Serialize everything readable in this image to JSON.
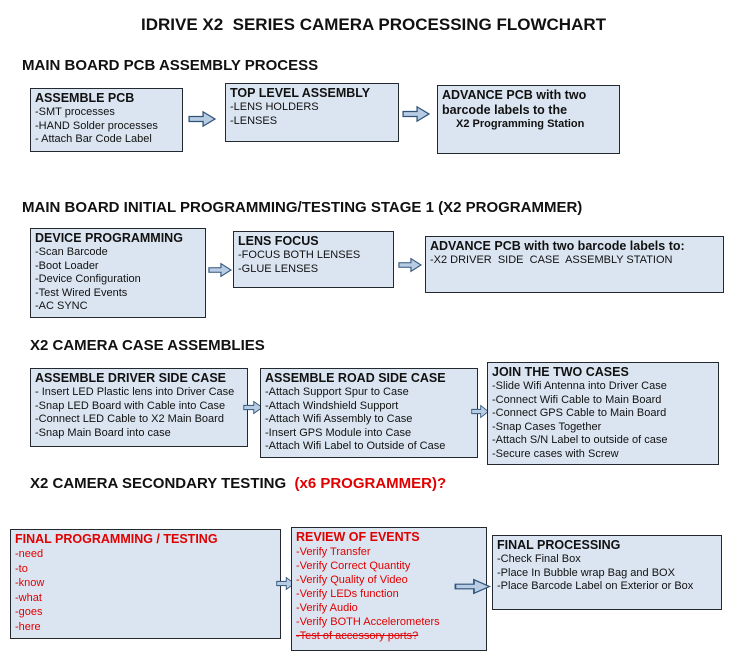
{
  "page_title": "IDRIVE X2  SERIES CAMERA PROCESSING FLOWCHART",
  "colors": {
    "box_fill": "#dbe5f1",
    "box_border": "#23292e",
    "arrow_fill": "#b8cce4",
    "arrow_border": "#30537a",
    "red": "#e00000"
  },
  "sections": [
    {
      "id": "pcb-assembly",
      "heading": [
        {
          "text": "MAIN BOARD PCB ASSEMBLY PROCESS"
        }
      ],
      "boxes": [
        {
          "title": {
            "text": "ASSEMBLE PCB"
          },
          "lines": [
            {
              "text": "-SMT processes"
            },
            {
              "text": "-HAND Solder processes"
            },
            {
              "text": "- Attach Bar Code Label"
            }
          ]
        },
        {
          "title": {
            "text": "TOP LEVEL ASSEMBLY"
          },
          "lines": [
            {
              "text": "-LENS HOLDERS"
            },
            {
              "text": "-LENSES"
            }
          ]
        },
        {
          "title": {
            "text": "ADVANCE PCB with two barcode labels to the"
          },
          "lines": [
            {
              "text": "X2 Programming Station",
              "bold": true,
              "indent": true
            }
          ]
        }
      ]
    },
    {
      "id": "initial-programming",
      "heading": [
        {
          "text": "MAIN BOARD INITIAL PROGRAMMING/TESTING STAGE 1 (X2 PROGRAMMER)"
        }
      ],
      "boxes": [
        {
          "title": {
            "text": "DEVICE PROGRAMMING"
          },
          "lines": [
            {
              "text": "-Scan Barcode"
            },
            {
              "text": "-Boot Loader"
            },
            {
              "text": "-Device Configuration"
            },
            {
              "text": "-Test Wired Events"
            },
            {
              "text": "-AC SYNC"
            }
          ]
        },
        {
          "title": {
            "text": "LENS FOCUS"
          },
          "lines": [
            {
              "text": "-FOCUS BOTH LENSES"
            },
            {
              "text": "-GLUE LENSES"
            }
          ]
        },
        {
          "title": {
            "text": "ADVANCE PCB with two barcode labels to:"
          },
          "lines": [
            {
              "text": "-X2 DRIVER  SIDE  CASE  ASSEMBLY STATION"
            }
          ]
        }
      ]
    },
    {
      "id": "case-assemblies",
      "heading": [
        {
          "text": "X2 CAMERA CASE ASSEMBLIES"
        }
      ],
      "boxes": [
        {
          "title": {
            "text": "ASSEMBLE DRIVER SIDE CASE"
          },
          "lines": [
            {
              "text": "- Insert LED Plastic lens into Driver Case"
            },
            {
              "text": "-Snap LED Board with Cable into Case"
            },
            {
              "text": "-Connect LED Cable to X2 Main Board"
            },
            {
              "text": "-Snap Main Board into case"
            }
          ]
        },
        {
          "title": {
            "text": "ASSEMBLE ROAD SIDE CASE"
          },
          "lines": [
            {
              "text": "-Attach Support Spur to Case"
            },
            {
              "text": "-Attach Windshield Support"
            },
            {
              "text": "-Attach Wifi Assembly to Case"
            },
            {
              "text": "-Insert GPS Module into Case"
            },
            {
              "text": "-Attach Wifi Label to Outside of Case"
            }
          ]
        },
        {
          "title": {
            "text": "JOIN THE TWO CASES"
          },
          "lines": [
            {
              "text": "-Slide Wifi Antenna into Driver Case"
            },
            {
              "text": "-Connect Wifi Cable to Main Board"
            },
            {
              "text": "-Connect GPS Cable to Main Board"
            },
            {
              "text": "-Snap Cases Together"
            },
            {
              "text": "-Attach S/N Label to outside of case"
            },
            {
              "text": "-Secure cases with Screw"
            }
          ]
        }
      ]
    },
    {
      "id": "secondary-testing",
      "heading": [
        {
          "text": "X2 CAMERA SECONDARY TESTING  "
        },
        {
          "text": "(x6 PROGRAMMER)?",
          "color": "red"
        }
      ],
      "boxes": [
        {
          "title": {
            "text": "FINAL PROGRAMMING / TESTING",
            "color": "red"
          },
          "lines": [
            {
              "text": "-need",
              "color": "red"
            },
            {
              "text": "-to",
              "color": "red"
            },
            {
              "text": "-know",
              "color": "red"
            },
            {
              "text": "-what",
              "color": "red"
            },
            {
              "text": "-goes",
              "color": "red"
            },
            {
              "text": "-here",
              "color": "red"
            }
          ]
        },
        {
          "title": {
            "text": "REVIEW OF EVENTS",
            "color": "red"
          },
          "lines": [
            {
              "text": "-Verify Transfer",
              "color": "red"
            },
            {
              "text": "-Verify Correct Quantity",
              "color": "red"
            },
            {
              "text": "-Verify Quality of Video",
              "color": "red"
            },
            {
              "text": "-Verify LEDs function",
              "color": "red"
            },
            {
              "text": "-Verify Audio",
              "color": "red"
            },
            {
              "text": "-Verify BOTH Accelerometers",
              "color": "red"
            },
            {
              "text": "-Test of accessory ports?",
              "color": "red",
              "strike": true
            }
          ]
        },
        {
          "title": {
            "text": "FINAL PROCESSING"
          },
          "lines": [
            {
              "text": "-Check Final Box"
            },
            {
              "text": "-Place In Bubble wrap Bag and BOX"
            },
            {
              "text": "-Place Barcode Label on Exterior or Box"
            }
          ]
        }
      ]
    }
  ]
}
